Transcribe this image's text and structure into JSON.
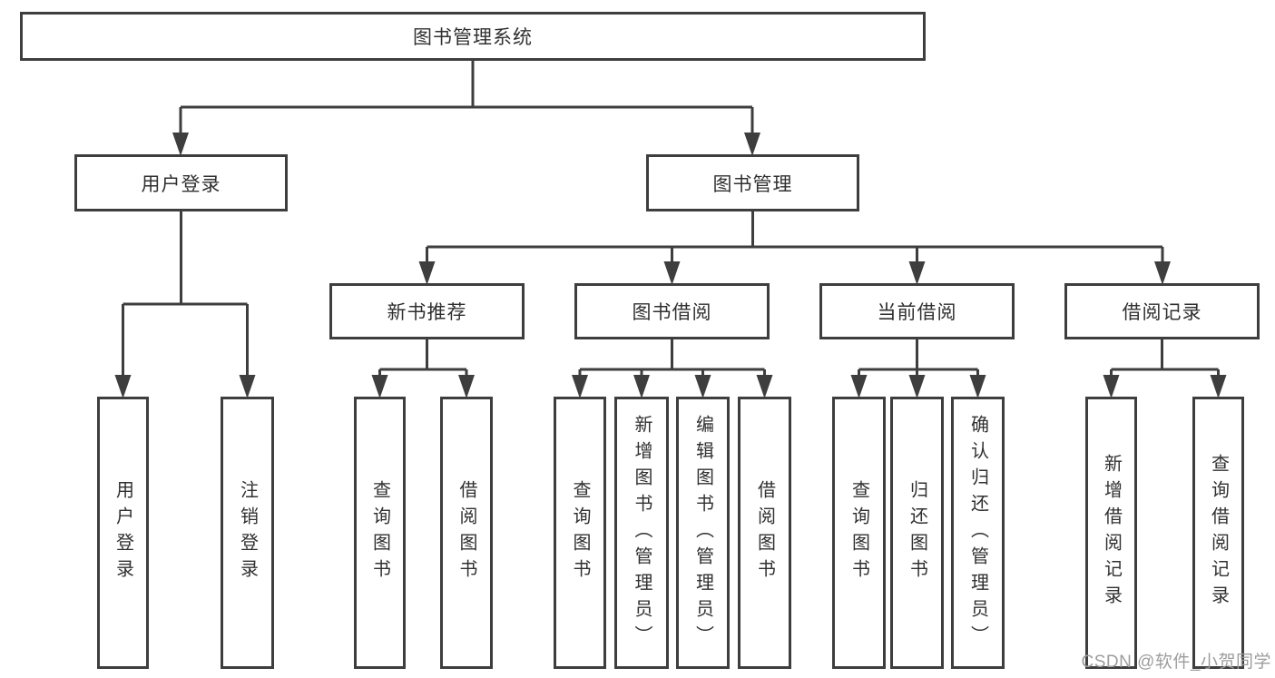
{
  "title": "图书管理系统",
  "colors": {
    "line": "#3e3e3e",
    "text": "#303030",
    "box_fill": "#ffffff",
    "watermark": "#9d9d9d",
    "bg": "#ffffff"
  },
  "tree": {
    "root": "图书管理系统",
    "branches": [
      {
        "label": "用户登录",
        "children": [
          "用户登录",
          "注销登录"
        ]
      },
      {
        "label": "图书管理",
        "children": [
          {
            "label": "新书推荐",
            "children": [
              "查询图书",
              "借阅图书"
            ]
          },
          {
            "label": "图书借阅",
            "children": [
              "查询图书",
              "新增图书（管理员）",
              "编辑图书（管理员）",
              "借阅图书"
            ]
          },
          {
            "label": "当前借阅",
            "children": [
              "查询图书",
              "归还图书",
              "确认归还（管理员）"
            ]
          },
          {
            "label": "借阅记录",
            "children": [
              "新增借阅记录",
              "查询借阅记录"
            ]
          }
        ]
      }
    ]
  },
  "watermark": "CSDN @软件_小贺同学"
}
